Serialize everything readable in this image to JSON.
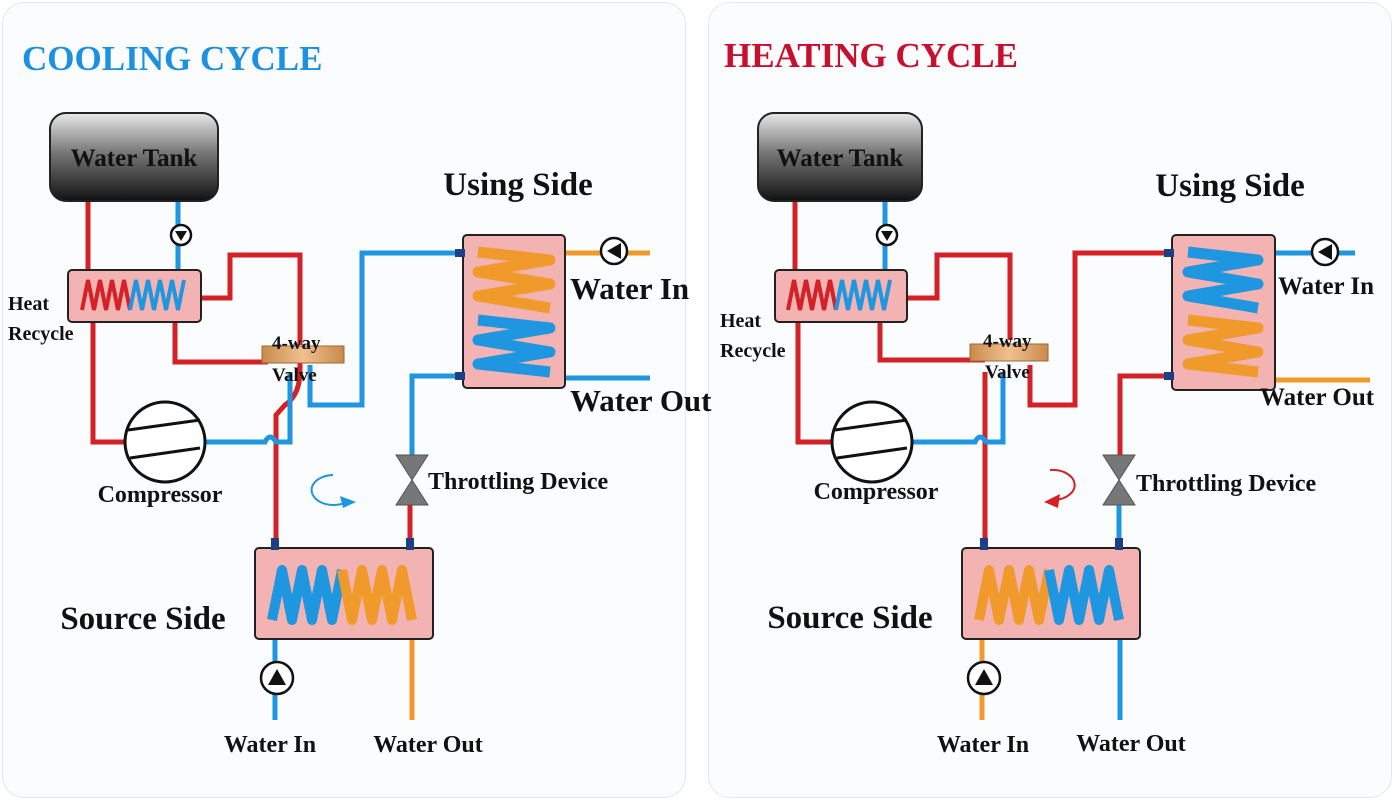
{
  "colors": {
    "cooling_title": "#1e90e0",
    "heating_title": "#c8102e",
    "red_pipe": "#d42027",
    "blue_pipe": "#1f96e0",
    "orange_pipe": "#ef9a2a",
    "hx_fill": "#f3b3b3",
    "valve_gray": "#777777"
  },
  "cooling": {
    "title": "COOLING CYCLE",
    "water_tank": "Water Tank",
    "using_side": "Using Side",
    "using_water_in": "Water In",
    "using_water_out": "Water Out",
    "heat_recycle_1": "Heat",
    "heat_recycle_2": "Recycle",
    "valve_1": "4-way",
    "valve_2": "Valve",
    "compressor": "Compressor",
    "throttling": "Throttling Device",
    "source_side": "Source Side",
    "source_water_in": "Water In",
    "source_water_out": "Water Out"
  },
  "heating": {
    "title": "HEATING CYCLE",
    "water_tank": "Water Tank",
    "using_side": "Using Side",
    "using_water_in": "Water In",
    "using_water_out": "Water Out",
    "heat_recycle_1": "Heat",
    "heat_recycle_2": "Recycle",
    "valve_1": "4-way",
    "valve_2": "Valve",
    "compressor": "Compressor",
    "throttling": "Throttling Device",
    "source_side": "Source Side",
    "source_water_in": "Water In",
    "source_water_out": "Water Out"
  }
}
